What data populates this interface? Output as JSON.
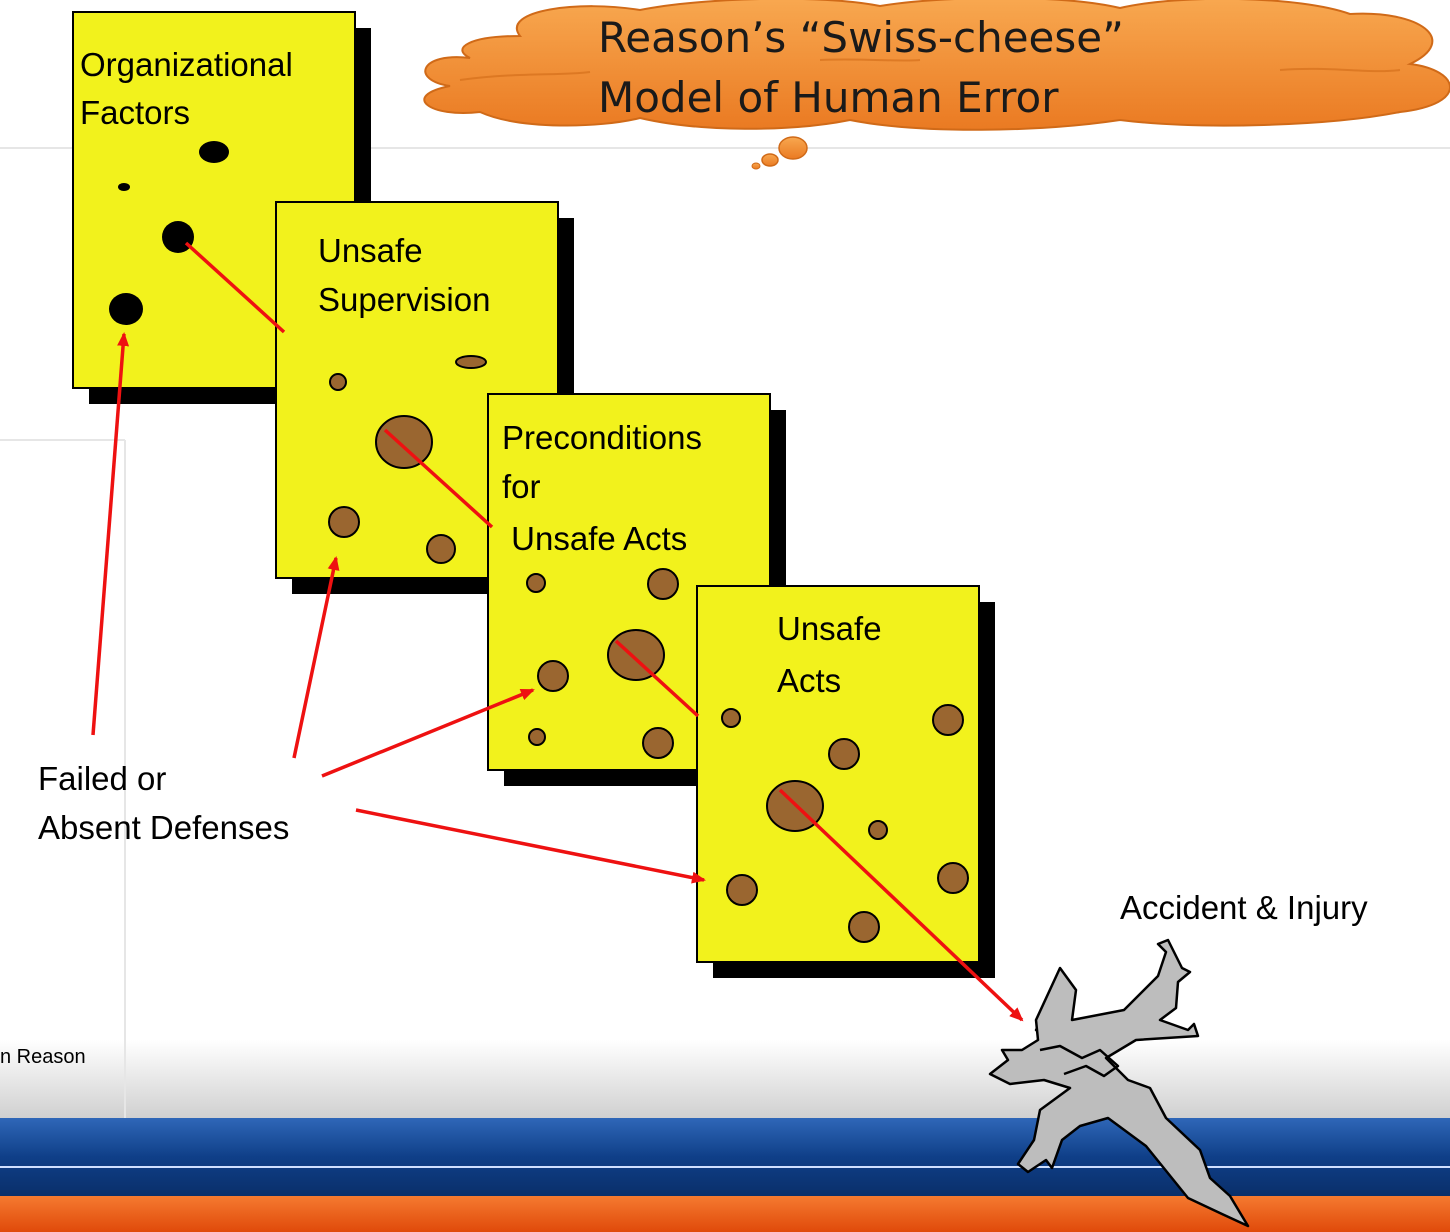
{
  "title": {
    "line1": "Reason’s “Swiss-cheese”",
    "line2": "Model of Human Error"
  },
  "layers": [
    {
      "id": "organizational",
      "lines": [
        "Organizational",
        "Factors"
      ]
    },
    {
      "id": "supervision",
      "lines": [
        "Unsafe",
        "Supervision"
      ]
    },
    {
      "id": "preconditions",
      "lines": [
        "Preconditions",
        "for",
        " Unsafe Acts"
      ]
    },
    {
      "id": "acts",
      "lines": [
        "Unsafe",
        "Acts"
      ]
    }
  ],
  "labels": {
    "defenses_line1": "Failed or",
    "defenses_line2": "Absent Defenses",
    "accident": "Accident & Injury",
    "credit": "n Reason"
  },
  "icons": {
    "crashed_plane": "crashed-airplane-icon",
    "thought_cloud": "thought-cloud-icon"
  },
  "colors": {
    "cheese": "#f2f21c",
    "hole_latent": "#000000",
    "hole_active": "#9a6630",
    "arrow": "#ee1111",
    "cloud": "#f28a2e",
    "band_blue": "#0f3f88",
    "band_orange": "#f05a16",
    "plane": "#bdbdbd"
  }
}
